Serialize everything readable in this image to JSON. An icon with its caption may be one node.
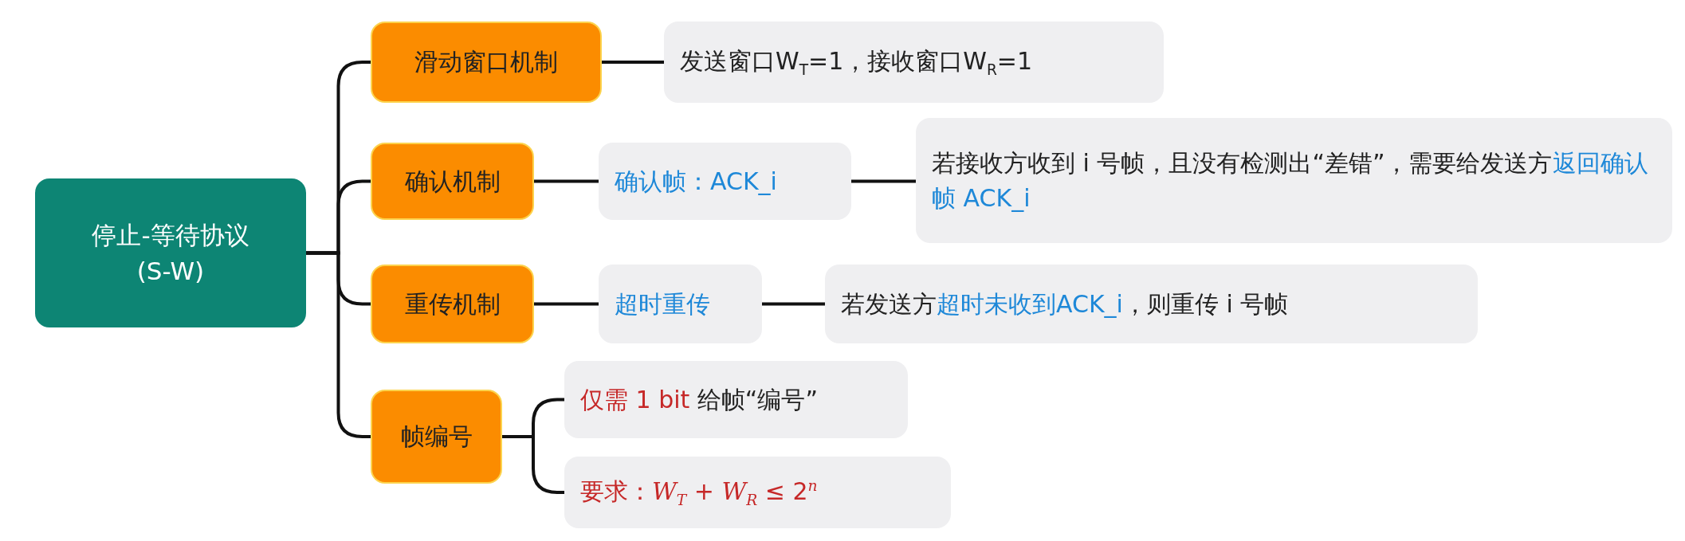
{
  "diagram": {
    "nodes": [
      {
        "text": [
          "停止-等待协议 (S-W)"
        ]
      },
      {
        "text": [
          "滑动窗口机制"
        ]
      },
      {
        "text": [
          "发送窗口W$_{T}$=1，接收窗口W$_{R}$=1"
        ]
      },
      {
        "text": [
          "确认机制"
        ]
      },
      {
        "text": [
          "确认帧：ACK_i"
        ]
      },
      {
        "text": [
          "若接收方收到 i 号帧，且没有检测出“差错”，需要给发送方**返回确认帧 ACK_i**"
        ]
      },
      {
        "text": [
          "重传机制"
        ]
      },
      {
        "text": [
          "超时重传"
        ]
      },
      {
        "text": [
          "若发送方**超时未收到ACK_i**，则重传 i 号帧"
        ]
      },
      {
        "text": [
          "帧编号"
        ]
      },
      {
        "text": [
          "**仅需 1 bit** 给帧“编号”"
        ]
      },
      {
        "text": [
          "要求：*W*$_{T}$ + *W*$_{R}$ ≤ 2$^{n}$"
        ]
      }
    ],
    "edges": [
      {
        "from": 0,
        "to": 1,
        "arrow": "none"
      },
      {
        "from": 0,
        "to": 3,
        "arrow": "none"
      },
      {
        "from": 0,
        "to": 6,
        "arrow": "none"
      },
      {
        "from": 0,
        "to": 9,
        "arrow": "none"
      },
      {
        "from": 1,
        "to": 2,
        "arrow": "none"
      },
      {
        "from": 3,
        "to": 4,
        "arrow": "none"
      },
      {
        "from": 4,
        "to": 5,
        "arrow": "none"
      },
      {
        "from": 6,
        "to": 7,
        "arrow": "none"
      },
      {
        "from": 7,
        "to": 8,
        "arrow": "none"
      },
      {
        "from": 9,
        "to": 10,
        "arrow": "none"
      },
      {
        "from": 9,
        "to": 11,
        "arrow": "none"
      }
    ]
  }
}
